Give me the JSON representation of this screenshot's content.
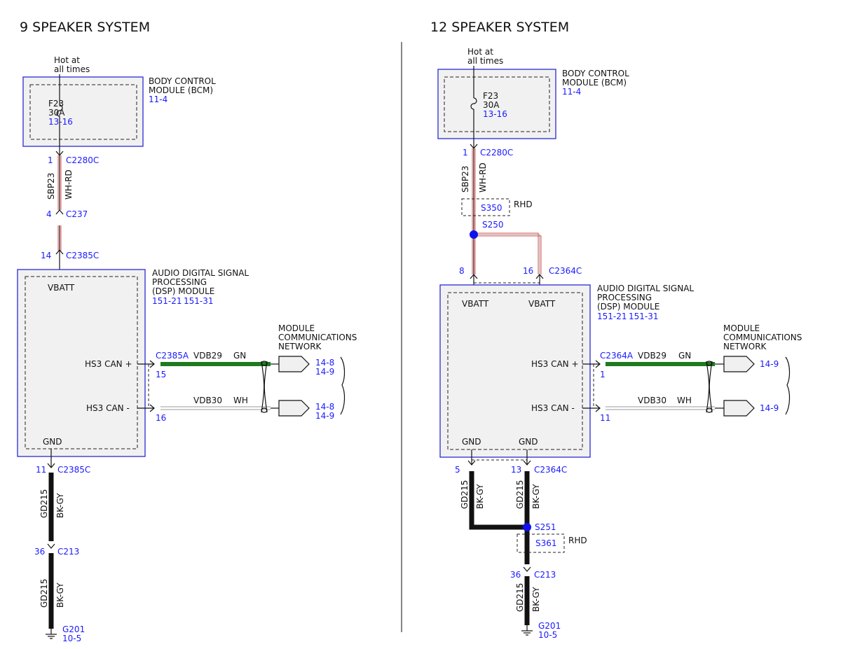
{
  "left": {
    "title": "9 SPEAKER SYSTEM",
    "hot": [
      "Hot at",
      "all times"
    ],
    "bcm": {
      "name": [
        "BODY CONTROL",
        "MODULE (BCM)"
      ],
      "ref": "11-4"
    },
    "fuse": {
      "name": "F23",
      "rating": "30A",
      "ref": "13-16"
    },
    "c2280c": {
      "pin": "1",
      "name": "C2280C"
    },
    "wire_power": {
      "circuit": "SBP23",
      "color": "WH-RD"
    },
    "c237": {
      "pin": "4",
      "name": "C237"
    },
    "c2385c_top": {
      "pin": "14",
      "name": "C2385C"
    },
    "dsp": {
      "name": [
        "AUDIO DIGITAL SIGNAL",
        "PROCESSING",
        "(DSP) MODULE"
      ],
      "refs": [
        "151-21",
        "151-31"
      ]
    },
    "vbatt": "VBATT",
    "gnd": "GND",
    "can_plus": "HS3 CAN +",
    "can_minus": "HS3 CAN -",
    "c2385a": "C2385A",
    "pin15": "15",
    "pin16": "16",
    "vdb29": {
      "circuit": "VDB29",
      "color": "GN"
    },
    "vdb30": {
      "circuit": "VDB30",
      "color": "WH"
    },
    "mcn": [
      "MODULE",
      "COMMUNICATIONS",
      "NETWORK"
    ],
    "mcn_ref1": [
      "14-8",
      "14-9"
    ],
    "mcn_ref2": [
      "14-8",
      "14-9"
    ],
    "c2385c_bot": {
      "pin": "11",
      "name": "C2385C"
    },
    "wire_gnd1": {
      "circuit": "GD215",
      "color": "BK-GY"
    },
    "c213": {
      "pin": "36",
      "name": "C213"
    },
    "wire_gnd2": {
      "circuit": "GD215",
      "color": "BK-GY"
    },
    "g201": {
      "name": "G201",
      "ref": "10-5"
    }
  },
  "right": {
    "title": "12 SPEAKER SYSTEM",
    "hot": [
      "Hot at",
      "all times"
    ],
    "bcm": {
      "name": [
        "BODY CONTROL",
        "MODULE (BCM)"
      ],
      "ref": "11-4"
    },
    "fuse": {
      "name": "F23",
      "rating": "30A",
      "ref": "13-16"
    },
    "c2280c": {
      "pin": "1",
      "name": "C2280C"
    },
    "wire_power": {
      "circuit": "SBP23",
      "color": "WH-RD"
    },
    "s350": "S350",
    "rhd1": "RHD",
    "s250": "S250",
    "pin8": "8",
    "pin16": "16",
    "c2364c_top": "C2364C",
    "dsp": {
      "name": [
        "AUDIO DIGITAL SIGNAL",
        "PROCESSING",
        "(DSP) MODULE"
      ],
      "refs": [
        "151-21",
        "151-31"
      ]
    },
    "vbatt1": "VBATT",
    "vbatt2": "VBATT",
    "gnd1": "GND",
    "gnd2": "GND",
    "can_plus": "HS3 CAN +",
    "can_minus": "HS3 CAN -",
    "c2364a": "C2364A",
    "pin1": "1",
    "pin11": "11",
    "vdb29": {
      "circuit": "VDB29",
      "color": "GN"
    },
    "vdb30": {
      "circuit": "VDB30",
      "color": "WH"
    },
    "mcn": [
      "MODULE",
      "COMMUNICATIONS",
      "NETWORK"
    ],
    "mcn_ref1": "14-9",
    "mcn_ref2": "14-9",
    "pin5": "5",
    "pin13": "13",
    "c2364c_bot": "C2364C",
    "wire_gnd_a": {
      "circuit": "GD215",
      "color": "BK-GY"
    },
    "wire_gnd_b": {
      "circuit": "GD215",
      "color": "BK-GY"
    },
    "s251": "S251",
    "s361": "S361",
    "rhd2": "RHD",
    "c213": {
      "pin": "36",
      "name": "C213"
    },
    "wire_gnd2": {
      "circuit": "GD215",
      "color": "BK-GY"
    },
    "g201": {
      "name": "G201",
      "ref": "10-5"
    }
  }
}
